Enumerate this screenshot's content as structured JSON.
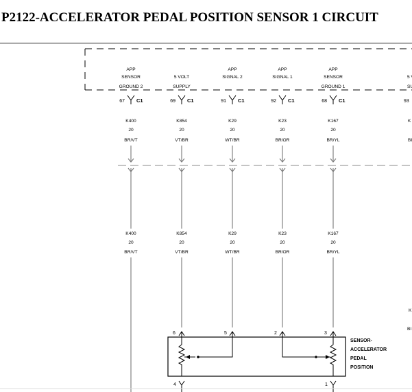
{
  "title": "P2122-ACCELERATOR PEDAL POSITION SENSOR 1 CIRCUIT",
  "connector": {
    "name": "C1",
    "pins": [
      {
        "label_lines": [
          "APP",
          "SENSOR",
          "GROUND 2"
        ],
        "cavity": "67",
        "circuit": "K400",
        "gauge": "20",
        "color": "BR/VT"
      },
      {
        "label_lines": [
          "",
          "5 VOLT",
          "SUPPLY"
        ],
        "cavity": "69",
        "circuit": "K854",
        "gauge": "20",
        "color": "VT/BR"
      },
      {
        "label_lines": [
          "APP",
          "SIGNAL 2",
          ""
        ],
        "cavity": "91",
        "circuit": "K29",
        "gauge": "20",
        "color": "WT/BR"
      },
      {
        "label_lines": [
          "APP",
          "SIGNAL 1",
          ""
        ],
        "cavity": "92",
        "circuit": "K23",
        "gauge": "20",
        "color": "BR/OR"
      },
      {
        "label_lines": [
          "APP",
          "SENSOR",
          "GROUND 1"
        ],
        "cavity": "68",
        "circuit": "K167",
        "gauge": "20",
        "color": "BR/YL"
      }
    ]
  },
  "cutoff": {
    "label_lines": [
      "5 V",
      "SU"
    ],
    "cavity": "93",
    "circuit": "K",
    "color": "BI"
  },
  "sensor": {
    "label_lines": [
      "SENSOR-",
      "ACCELERATOR",
      "PEDAL",
      "POSITION"
    ],
    "top_cavities": [
      "6",
      "5",
      "2",
      "3"
    ],
    "bottom_cavities": [
      "4",
      "1"
    ]
  },
  "right_edge_labels": [
    "K",
    "BI"
  ]
}
